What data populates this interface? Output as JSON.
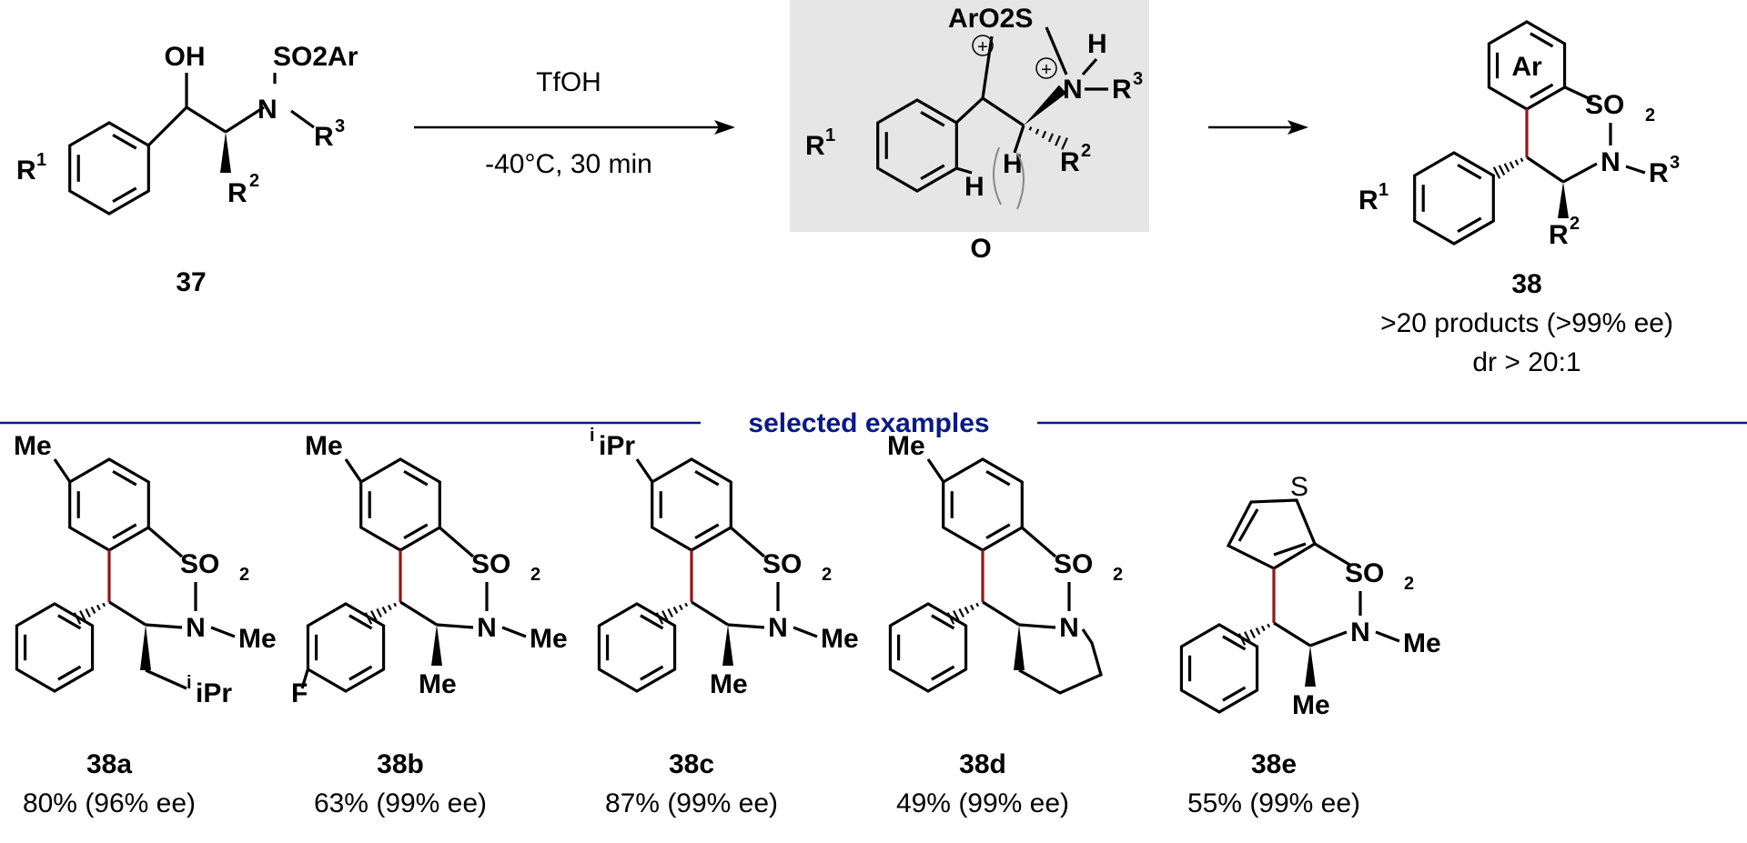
{
  "scheme": {
    "reactant": {
      "label": "37",
      "oh": "OH",
      "so2ar": "SO2Ar",
      "n": "N",
      "r1": "R1",
      "r2": "R2",
      "r3": "R3"
    },
    "conditions": {
      "reagent": "TfOH",
      "temp_time": "-40°C, 30 min"
    },
    "intermediate": {
      "label": "O",
      "aro2s": "ArO2S",
      "plus": "+",
      "n": "N",
      "h": "H",
      "r1": "R1",
      "r2": "R2",
      "r3": "R3",
      "box_color": "#e6e6e6"
    },
    "product": {
      "label": "38",
      "ar": "Ar",
      "so2": "SO2",
      "n": "N",
      "r1": "R1",
      "r2": "R2",
      "r3": "R3",
      "scope": ">20 products (>99% ee)",
      "dr": "dr > 20:1"
    }
  },
  "section_title": "selected examples",
  "accent_color": "#0a1a80",
  "new_bond_color": "#8b1a1a",
  "examples": [
    {
      "label": "38a",
      "yield": "80% (96% ee)",
      "aryl_sub": "Me",
      "n_sub": "Me",
      "c3_sub": "iPr",
      "phenyl_sub": ""
    },
    {
      "label": "38b",
      "yield": "63% (99% ee)",
      "aryl_sub": "Me",
      "n_sub": "Me",
      "c3_sub": "Me",
      "phenyl_sub": "F"
    },
    {
      "label": "38c",
      "yield": "87% (99% ee)",
      "aryl_sub": "iPr",
      "n_sub": "Me",
      "c3_sub": "Me",
      "phenyl_sub": ""
    },
    {
      "label": "38d",
      "yield": "49% (99% ee)",
      "aryl_sub": "Me",
      "n_sub": "",
      "c3_sub": "",
      "phenyl_sub": ""
    },
    {
      "label": "38e",
      "yield": "55% (99% ee)",
      "aryl_sub": "S",
      "n_sub": "Me",
      "c3_sub": "Me",
      "phenyl_sub": ""
    }
  ]
}
